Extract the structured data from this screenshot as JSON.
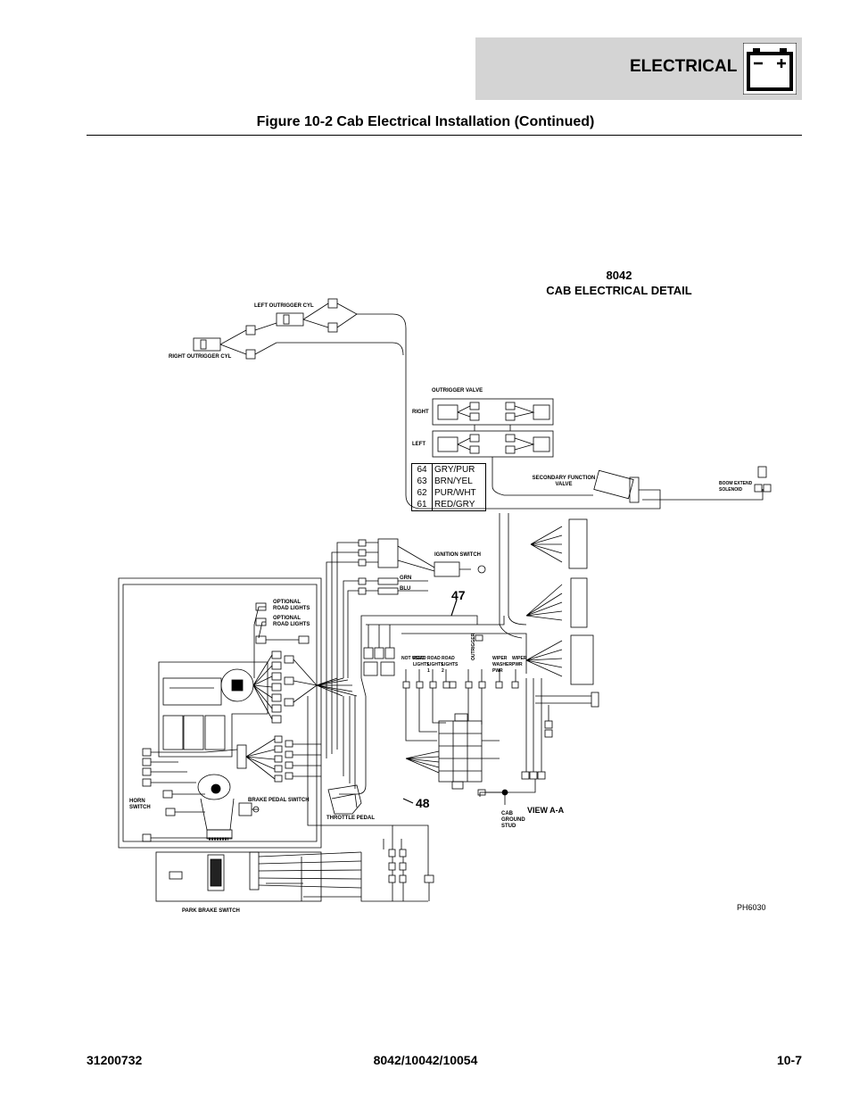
{
  "header": {
    "section_title": "ELECTRICAL",
    "icon": "battery-icon"
  },
  "figure_title": "Figure 10-2 Cab Electrical Installation (Continued)",
  "detail": {
    "model": "8042",
    "name": "CAB ELECTRICAL DETAIL"
  },
  "labels": {
    "left_outrigger_cyl": "LEFT OUTRIGGER CYL",
    "right_outrigger_cyl": "RIGHT OUTRIGGER CYL",
    "outrigger_valve": "OUTRIGGER VALVE",
    "right": "RIGHT",
    "left": "LEFT",
    "secondary_function_valve": "SECONDARY FUNCTION VALVE",
    "boom_extend_solenoid": "BOOM EXTEND SOLENOID",
    "ignition_switch": "IGNITION SWITCH",
    "grn": "GRN",
    "blu": "BLU",
    "optional_road_lights_1": "OPTIONAL ROAD LIGHTS",
    "optional_road_lights_2": "OPTIONAL ROAD LIGHTS",
    "horn_switch": "HORN SWITCH",
    "brake_pedal_switch": "BRAKE PEDAL SWITCH",
    "throttle_pedal": "THROTTLE PEDAL",
    "park_brake_switch": "PARK BRAKE SWITCH",
    "cab_ground_stud": "CAB GROUND STUD",
    "view_a_a": "VIEW A-A",
    "fuse_labels": [
      "NOT USED",
      "ROAD LIGHTS",
      "ROAD LIGHTS 1",
      "ROAD LIGHTS 2",
      "OUTRIGGER",
      "WIPER WASHER PWR",
      "WIPER PWR"
    ]
  },
  "wire_colors": [
    {
      "num": "64",
      "color": "GRY/PUR"
    },
    {
      "num": "63",
      "color": "BRN/YEL"
    },
    {
      "num": "62",
      "color": "PUR/WHT"
    },
    {
      "num": "61",
      "color": "RED/GRY"
    }
  ],
  "callouts": [
    "47",
    "48"
  ],
  "image_code": "PH6030",
  "footer": {
    "doc_number": "31200732",
    "models": "8042/10042/10054",
    "page": "10-7"
  }
}
